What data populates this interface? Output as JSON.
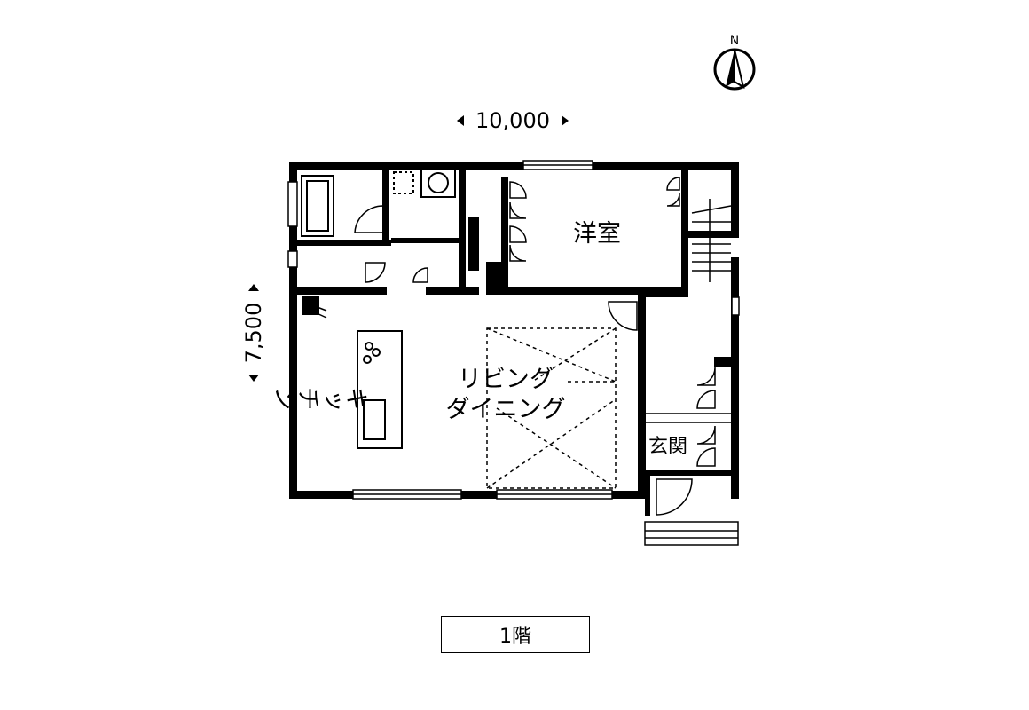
{
  "plan": {
    "floor_label": "1階",
    "width_dimension": "10,000",
    "depth_dimension": "7,500",
    "north_label": "N",
    "rooms": {
      "western_room": "洋室",
      "kitchen": "キッチン",
      "living_line1": "リビング",
      "living_line2": "ダイニング",
      "entrance": "玄関"
    },
    "colors": {
      "wall": "#000000",
      "background": "#ffffff",
      "void_line": "#000000"
    }
  }
}
